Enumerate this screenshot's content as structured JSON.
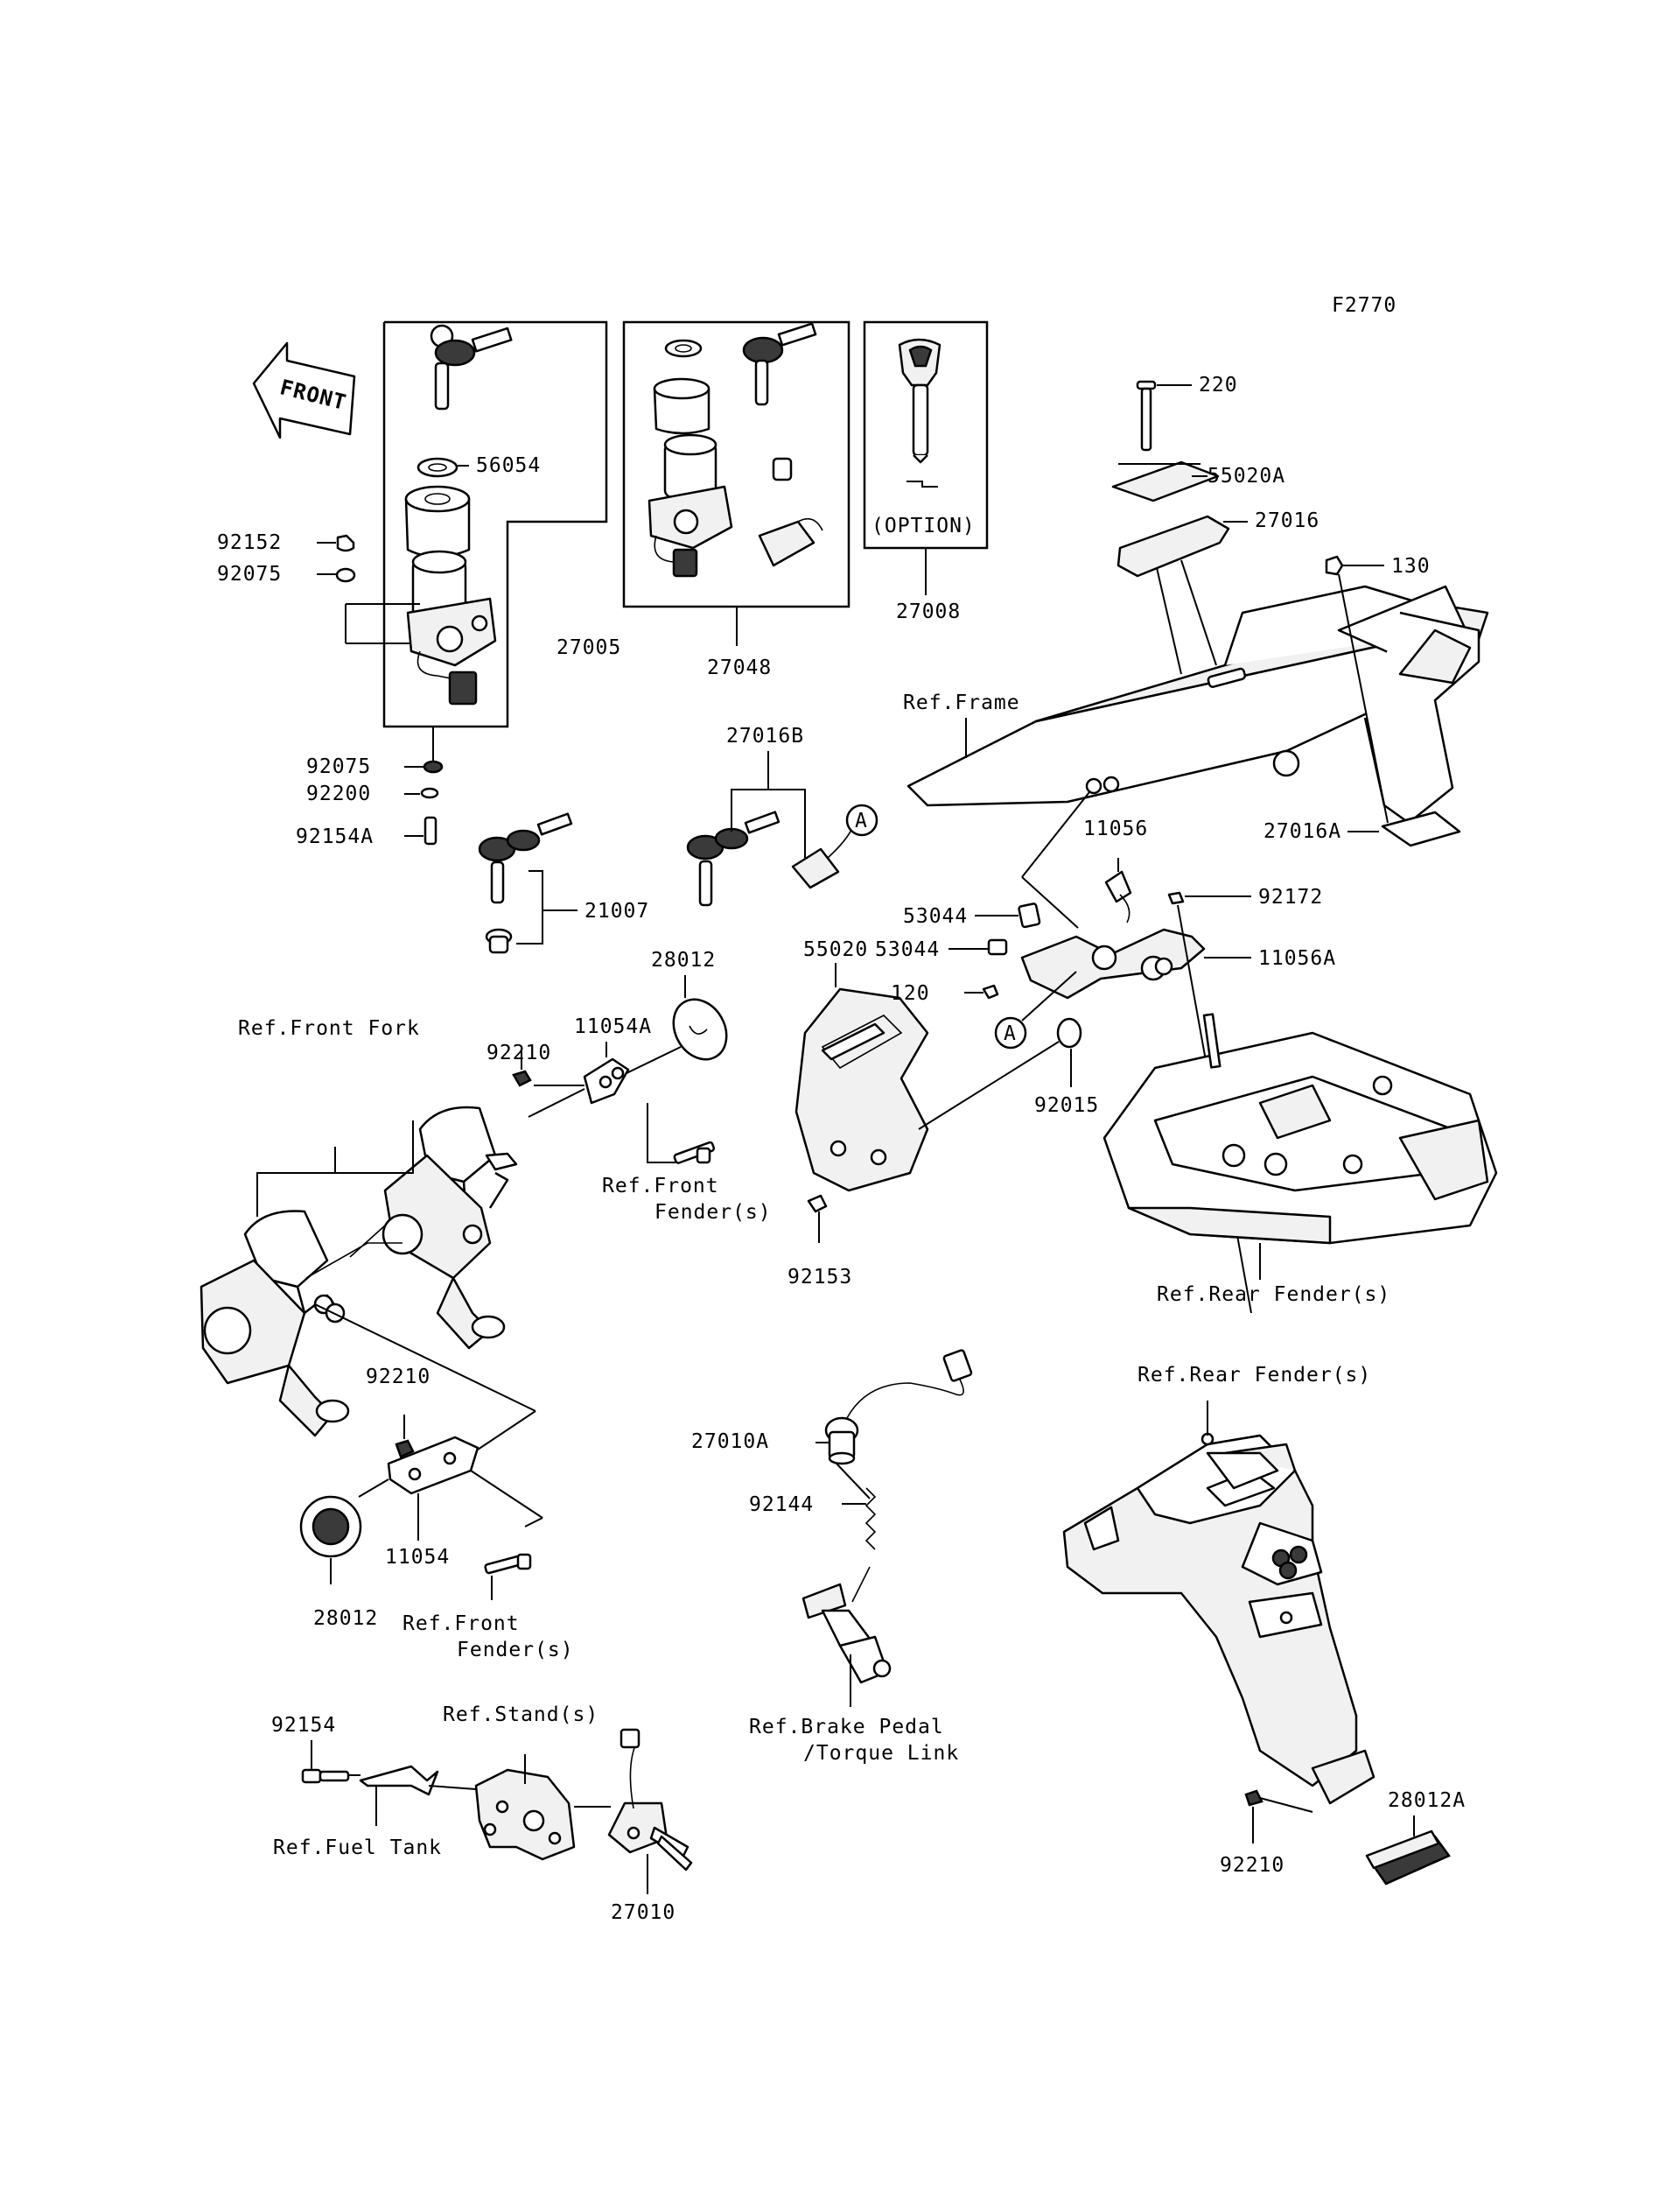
{
  "figure_code": "F2770",
  "front_arrow_text": "FRONT",
  "option_text": "(OPTION)",
  "refs": {
    "frame": "Ref.Frame",
    "front_fork": "Ref.Front Fork",
    "front_fender_1": [
      "Ref.Front",
      "Fender(s)"
    ],
    "front_fender_2": [
      "Ref.Front",
      "Fender(s)"
    ],
    "rear_fender_1": "Ref.Rear Fender(s)",
    "rear_fender_2": "Ref.Rear Fender(s)",
    "brake_pedal": [
      "Ref.Brake Pedal",
      "/Torque Link"
    ],
    "stand": "Ref.Stand(s)",
    "fuel_tank": "Ref.Fuel Tank"
  },
  "markers": [
    "A",
    "A"
  ],
  "part_numbers": {
    "p56054": "56054",
    "p92152": "92152",
    "p92075a": "92075",
    "p27005": "27005",
    "p92075b": "92075",
    "p92200": "92200",
    "p92154A": "92154A",
    "p21007": "21007",
    "p27048": "27048",
    "p27008": "27008",
    "p220": "220",
    "p55020A": "55020A",
    "p27016": "27016",
    "p130": "130",
    "p27016A": "27016A",
    "p27016B": "27016B",
    "p11056": "11056",
    "p92172": "92172",
    "p53044a": "53044",
    "p53044b": "53044",
    "p11056A": "11056A",
    "p120": "120",
    "p55020": "55020",
    "p92015": "92015",
    "p92153": "92153",
    "p28012a": "28012",
    "p11054A": "11054A",
    "p92210a": "92210",
    "p92210b": "92210",
    "p11054": "11054",
    "p28012b": "28012",
    "p27010A": "27010A",
    "p92144": "92144",
    "p92154": "92154",
    "p27010": "27010",
    "p28012A": "28012A",
    "p92210c": "92210"
  }
}
